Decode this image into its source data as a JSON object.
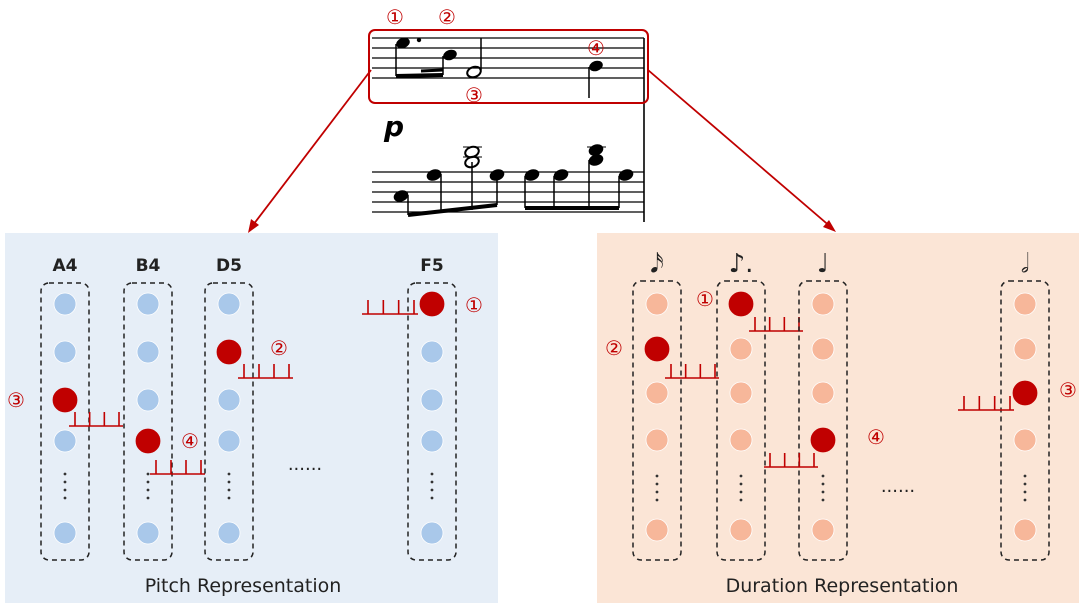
{
  "colors": {
    "accent": "#c00000",
    "pitch_panel": "#e6eef7",
    "duration_panel": "#fbe5d6",
    "blue_dot": "#a9c8ea",
    "orange_dot": "#f7b79a",
    "active_dot": "#c00000"
  },
  "score": {
    "dynamic": "p",
    "callouts": [
      "①",
      "②",
      "③",
      "④"
    ]
  },
  "pitch": {
    "caption": "Pitch Representation",
    "ellipsis": "......",
    "columns": [
      {
        "label": "A4",
        "active_row": 2,
        "marker": "③"
      },
      {
        "label": "B4",
        "active_row": 3,
        "marker": "④"
      },
      {
        "label": "D5",
        "active_row": 1,
        "marker": "②"
      },
      {
        "label": "F5",
        "active_row": 0,
        "marker": "①"
      }
    ]
  },
  "duration": {
    "caption": "Duration Representation",
    "ellipsis": "......",
    "columns": [
      {
        "label": "𝅘𝅥𝅯",
        "icon": "sixteenth-note-icon",
        "active_row": 1,
        "marker": "②"
      },
      {
        "label": "♪.",
        "icon": "dotted-eighth-note-icon",
        "active_row": 0,
        "marker": "①"
      },
      {
        "label": "♩",
        "icon": "quarter-note-icon",
        "active_row": 3,
        "marker": "④"
      },
      {
        "label": "𝅗𝅥",
        "icon": "half-note-icon",
        "active_row": 2,
        "marker": "③"
      }
    ]
  }
}
